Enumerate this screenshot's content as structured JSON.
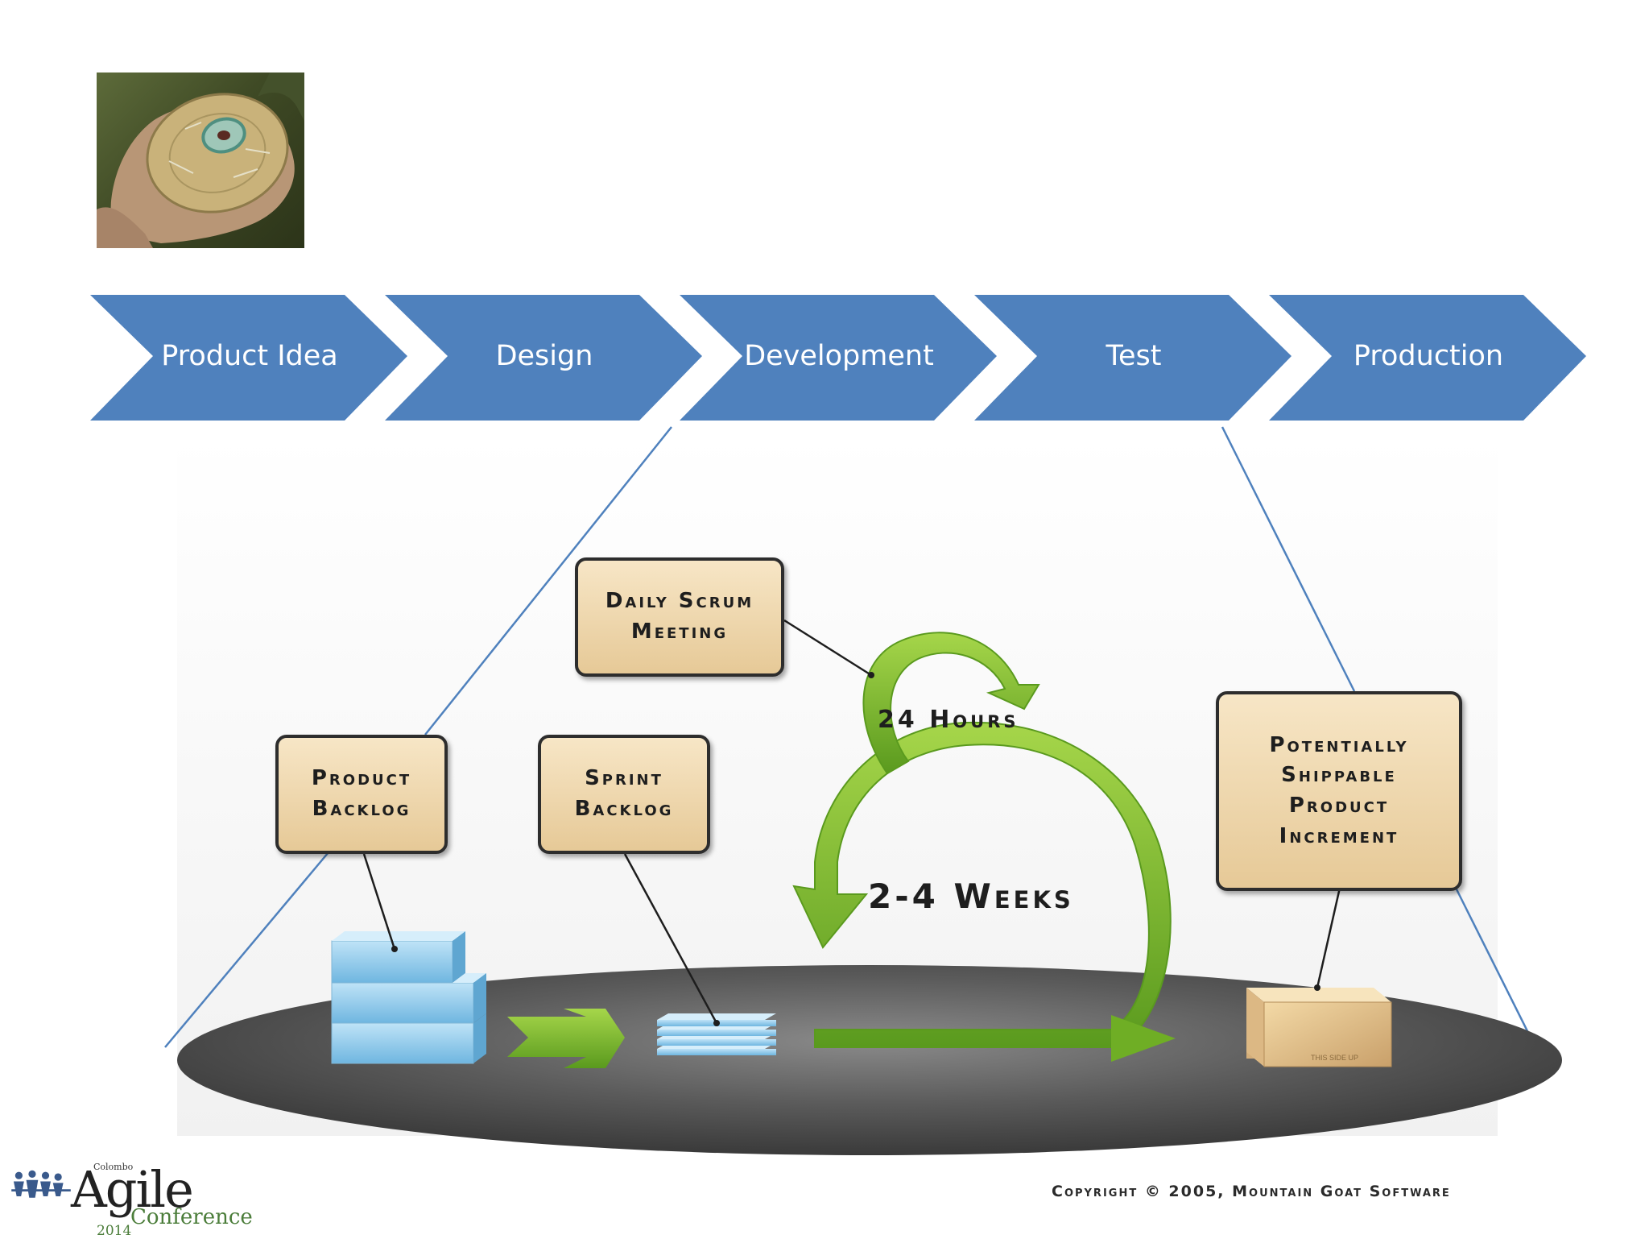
{
  "process_steps": [
    "Product Idea",
    "Design",
    "Development",
    "Test",
    "Production"
  ],
  "scrum": {
    "daily_scrum": "Daily Scrum\nMeeting",
    "product_backlog": "Product\nBacklog",
    "sprint_backlog": "Sprint\nBacklog",
    "increment": "Potentially\nShippable\nProduct\nIncrement",
    "hours": "24 Hours",
    "weeks": "2-4 Weeks"
  },
  "package_label": "THIS SIDE UP",
  "copyright": "Copyright © 2005, Mountain Goat Software",
  "logo": {
    "small": "Colombo",
    "agile": "Agile",
    "conference": "Conference",
    "year": "2014"
  },
  "colors": {
    "chevron": "#4f81bd",
    "connector": "#4f81bd",
    "arrow_green": "#7dbb2f",
    "note_fill": "#efd7ad"
  }
}
